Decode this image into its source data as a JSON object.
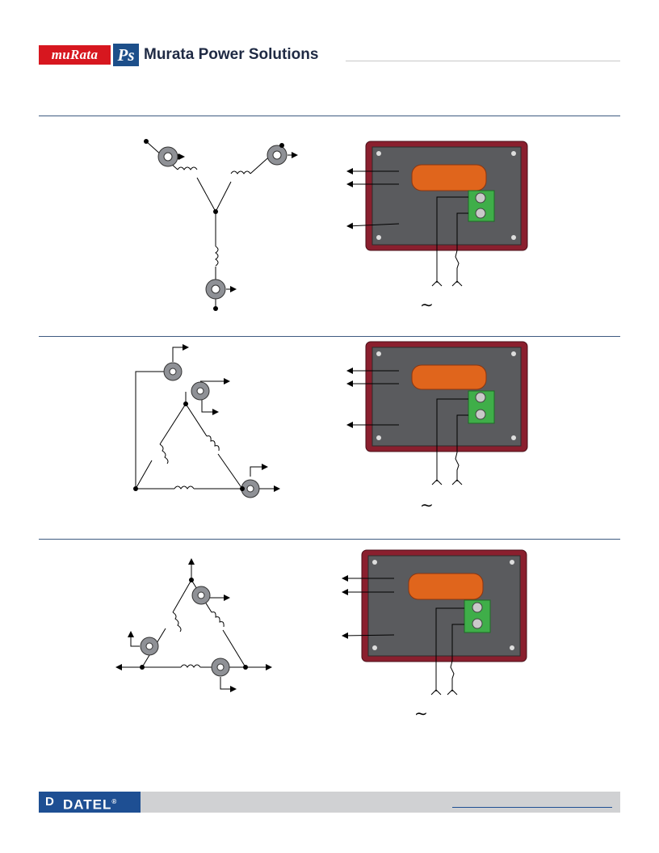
{
  "header": {
    "logo_murata": "muRata",
    "logo_ps": "Ps",
    "brand": "Murata Power Solutions"
  },
  "footer": {
    "logo_mark": "D",
    "logo_text": "DATEL",
    "registered": "®"
  },
  "diagrams": [
    {
      "configuration": "wye",
      "source_symbol": "∼"
    },
    {
      "configuration": "delta",
      "source_symbol": "∼"
    },
    {
      "configuration": "delta-corner",
      "source_symbol": "∼"
    }
  ],
  "colors": {
    "murata_red": "#d7171f",
    "ps_blue": "#1d4f8a",
    "divider_blue": "#3d5a80",
    "module_border": "#8a1f2e",
    "module_panel": "#5a5b5e",
    "capacitor_orange": "#e0651c",
    "terminal_green": "#3fae49",
    "sensor_gray": "#8f9196"
  }
}
